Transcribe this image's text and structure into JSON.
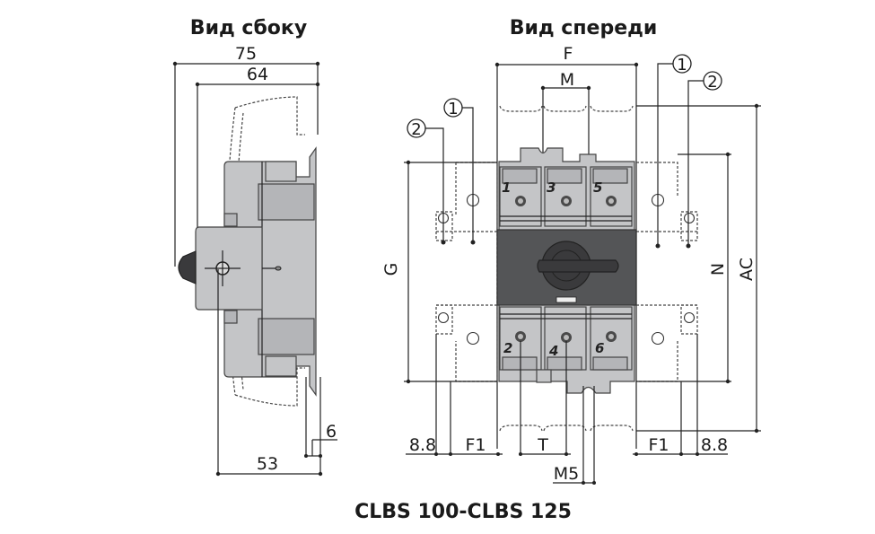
{
  "side_view": {
    "title": "Вид сбоку",
    "dims": {
      "overall_depth": "75",
      "body_depth": "64",
      "base_depth": "53",
      "flange": "6"
    }
  },
  "front_view": {
    "title": "Вид спереди",
    "dims": {
      "width": "F",
      "pole_pitch": "M",
      "height": "G",
      "mount_height": "N",
      "overall_height": "AC",
      "left_offset": "8.8",
      "left_f1": "F1",
      "terminal_pitch": "T",
      "screw": "M5",
      "right_f1": "F1",
      "right_offset": "8.8"
    },
    "callouts": [
      {
        "id": "1",
        "label": "1"
      },
      {
        "id": "2",
        "label": "2"
      }
    ],
    "terminals_top": [
      "1",
      "3",
      "5"
    ],
    "terminals_bottom": [
      "2",
      "4",
      "6"
    ]
  },
  "model": "CLBS 100-CLBS 125",
  "colors": {
    "body": "#c4c5c7",
    "handle_panel": "#545557",
    "knob": "#3a3a3c",
    "line": "#222222"
  }
}
